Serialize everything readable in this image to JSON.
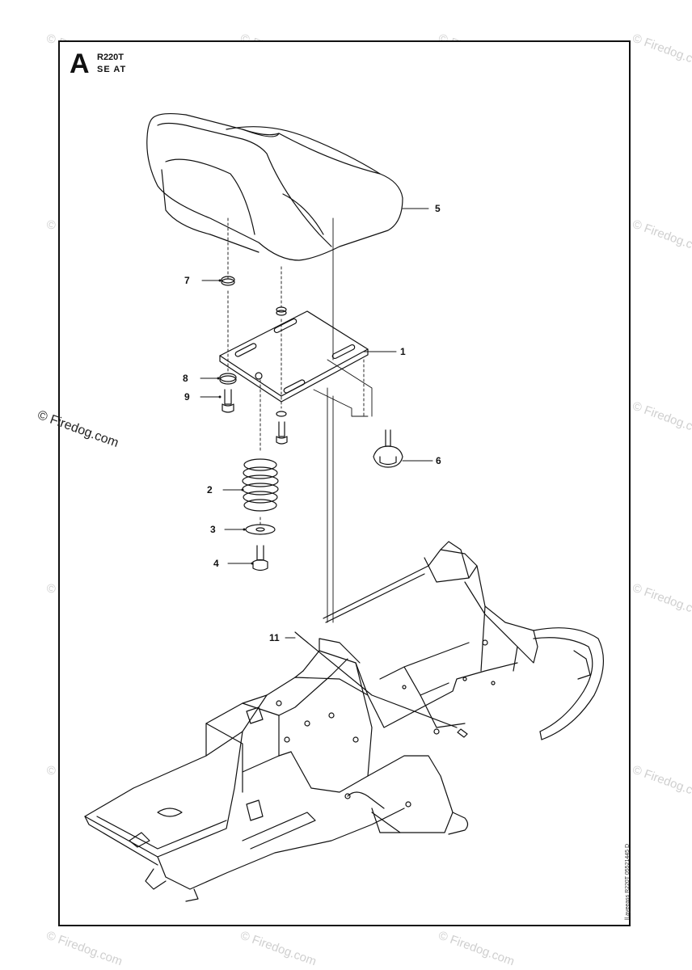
{
  "header": {
    "section_letter": "A",
    "model": "R220T",
    "title": "SE AT"
  },
  "drawing_ref": "ll.ayeeass R220T 05521445 D",
  "watermark": "© Firedog.com",
  "callouts": [
    "1",
    "2",
    "3",
    "4",
    "5",
    "6",
    "7",
    "8",
    "9",
    "11"
  ]
}
